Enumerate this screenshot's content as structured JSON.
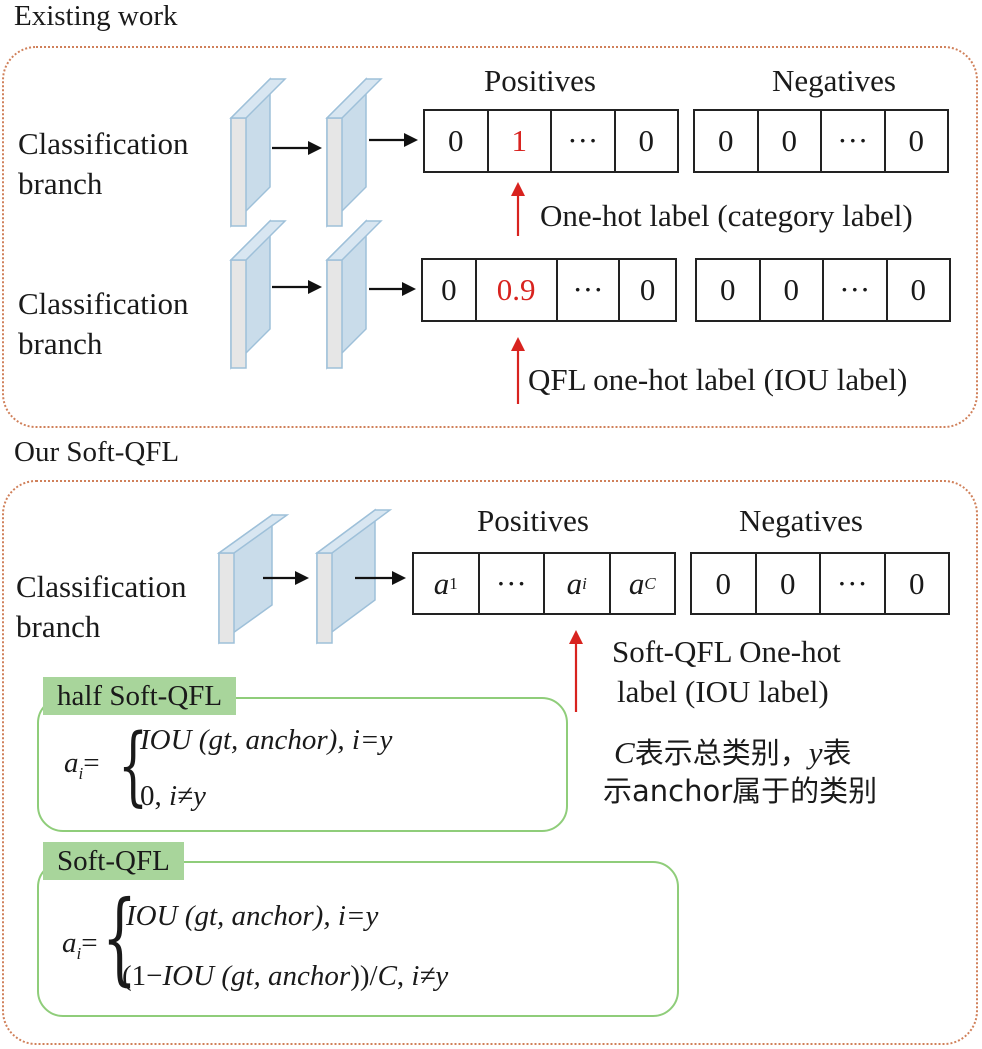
{
  "existing": {
    "title": "Existing work",
    "row1": {
      "branch_line1": "Classification",
      "branch_line2": "branch",
      "positives_header": "Positives",
      "negatives_header": "Negatives",
      "positives": [
        "0",
        "1",
        "···",
        "0"
      ],
      "negatives": [
        "0",
        "0",
        "···",
        "0"
      ],
      "caption": "One-hot label (category label)"
    },
    "row2": {
      "branch_line1": "Classification",
      "branch_line2": "branch",
      "positives": [
        "0",
        "0.9",
        "···",
        "0"
      ],
      "negatives": [
        "0",
        "0",
        "···",
        "0"
      ],
      "caption": "QFL one-hot label (IOU label)"
    }
  },
  "ours": {
    "title": "Our Soft-QFL",
    "branch_line1": "Classification",
    "branch_line2": "branch",
    "positives_header": "Positives",
    "negatives_header": "Negatives",
    "positives": {
      "c1_base": "a",
      "c1_sub": "1",
      "c2": "···",
      "c3_base": "a",
      "c3_sub": "i",
      "c4_base": "a",
      "c4_sub": "C"
    },
    "negatives": [
      "0",
      "0",
      "···",
      "0"
    ],
    "caption_line1": "Soft-QFL One-hot",
    "caption_line2": "label (IOU label)",
    "note": {
      "l1_var": "C",
      "l1_text": "表示总类别，",
      "l1_var2": "y",
      "l1_text2": "表",
      "l2_text": "示anchor属于的类别"
    },
    "half": {
      "tag": "half Soft-QFL",
      "lhs_base": "a",
      "lhs_sub": "i",
      "eq": "=",
      "case1_fn": "IOU",
      "case1_args": " (gt, anchor), ",
      "case1_cond": "i=y",
      "case2_val": "0, ",
      "case2_cond": "i≠y"
    },
    "soft": {
      "tag": "Soft-QFL",
      "lhs_base": "a",
      "lhs_sub": "i",
      "eq": "=",
      "case1_fn": "IOU",
      "case1_args": " (gt, anchor), ",
      "case1_cond": "i=y",
      "case2_pre": "(1−",
      "case2_fn": "IOU",
      "case2_args": " (gt, anchor",
      "case2_post": "))/",
      "case2_c": "C",
      "case2_sep": ", ",
      "case2_cond": "i≠y"
    }
  },
  "colors": {
    "panel_border": "#d0805a",
    "green_box": "#8fcd7a",
    "green_tag": "#a8d59b",
    "red": "#d8231f",
    "feature_map": "#c9dcea"
  }
}
